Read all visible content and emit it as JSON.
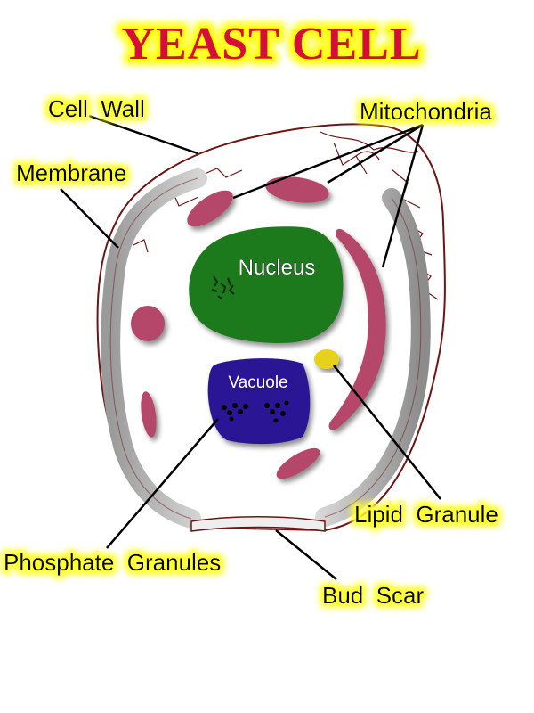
{
  "title": "YEAST CELL",
  "colors": {
    "title_fill": "#d6103a",
    "label_glow": "#ffff33",
    "nucleus": "#1f7a1f",
    "vacuole": "#2b1894",
    "mitochondria": "#b4466a",
    "lipid_granule": "#e6d21e",
    "cell_wall_outline": "#6e1414",
    "leader_lines": "#000000"
  },
  "labels": {
    "cell_wall": "Cell  Wall",
    "mitochondria": "Mitochondria",
    "membrane": "Membrane",
    "lipid_granule": "Lipid  Granule",
    "phosphate_granules": "Phosphate  Granules",
    "bud_scar": "Bud  Scar"
  },
  "organelles": {
    "nucleus": "Nucleus",
    "vacuole": "Vacuole"
  }
}
